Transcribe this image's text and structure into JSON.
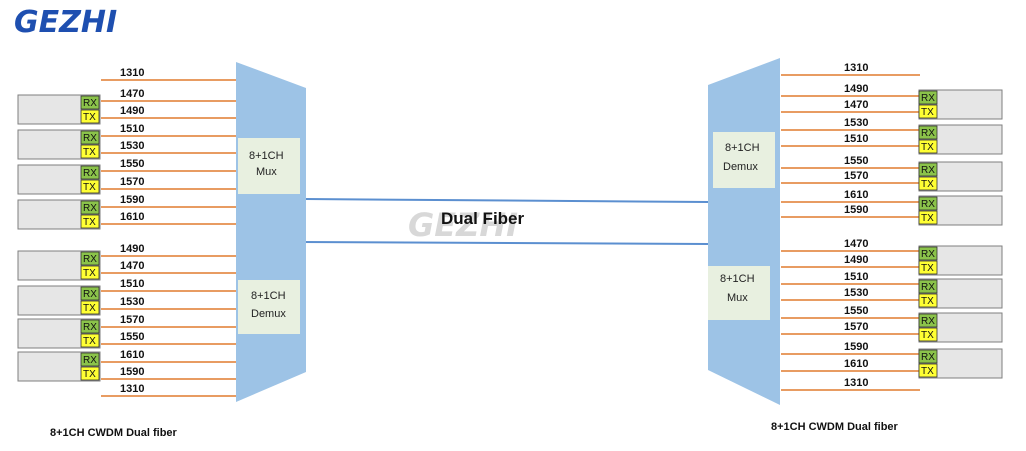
{
  "brand": {
    "logo_text": "GEZHI",
    "watermark_text": "GEZHI",
    "logo_color": "#1e4fb0"
  },
  "center_label": "Dual Fiber",
  "colors": {
    "fiber_orange": "#e07b2e",
    "trunk_blue": "#5b8fd0",
    "mux_body": "#9dc3e6",
    "rx_fill": "#8bc34a",
    "tx_fill": "#ffff33",
    "module_fill": "#e6e6e6",
    "inner_box": "#e8f0e0"
  },
  "left": {
    "caption": "8+1CH CWDM Dual fiber",
    "mux_label": [
      "8+1CH",
      "Mux"
    ],
    "demux_label": [
      "8+1CH",
      "Demux"
    ],
    "wavelengths": [
      "1310",
      "1470",
      "1490",
      "1510",
      "1530",
      "1550",
      "1570",
      "1590",
      "1610",
      "1490",
      "1470",
      "1510",
      "1530",
      "1570",
      "1550",
      "1610",
      "1590",
      "1310"
    ],
    "modules": [
      {
        "rx": "RX",
        "tx": "TX"
      },
      {
        "rx": "RX",
        "tx": "TX"
      },
      {
        "rx": "RX",
        "tx": "TX"
      },
      {
        "rx": "RX",
        "tx": "TX"
      },
      {
        "rx": "RX",
        "tx": "TX"
      },
      {
        "rx": "RX",
        "tx": "TX"
      },
      {
        "rx": "RX",
        "tx": "TX"
      },
      {
        "rx": "RX",
        "tx": "TX"
      }
    ]
  },
  "right": {
    "caption": "8+1CH CWDM Dual fiber",
    "demux_label": [
      "8+1CH",
      "Demux"
    ],
    "mux_label": [
      "8+1CH",
      "Mux"
    ],
    "wavelengths": [
      "1310",
      "1490",
      "1470",
      "1530",
      "1510",
      "1550",
      "1570",
      "1610",
      "1590",
      "1470",
      "1490",
      "1510",
      "1530",
      "1550",
      "1570",
      "1590",
      "1610",
      "1310"
    ],
    "modules": [
      {
        "rx": "RX",
        "tx": "TX"
      },
      {
        "rx": "RX",
        "tx": "TX"
      },
      {
        "rx": "RX",
        "tx": "TX"
      },
      {
        "rx": "RX",
        "tx": "TX"
      },
      {
        "rx": "RX",
        "tx": "TX"
      },
      {
        "rx": "RX",
        "tx": "TX"
      },
      {
        "rx": "RX",
        "tx": "TX"
      },
      {
        "rx": "RX",
        "tx": "TX"
      }
    ]
  }
}
